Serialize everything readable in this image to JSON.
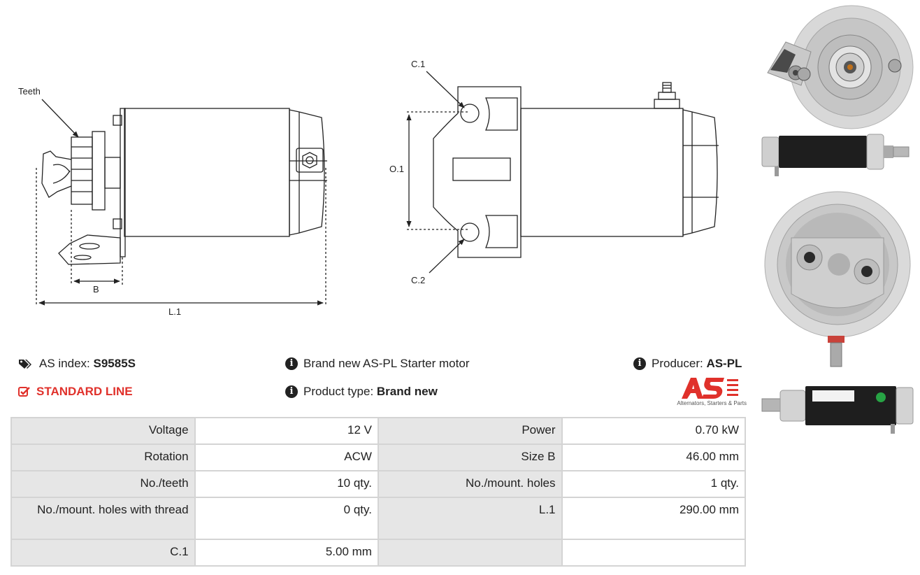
{
  "drawing": {
    "labels": {
      "teeth": "Teeth",
      "b": "B",
      "l1": "L.1",
      "c1": "C.1",
      "c2": "C.2",
      "o1": "O.1"
    }
  },
  "info": {
    "as_index_label": "AS index:",
    "as_index_value": "S9585S",
    "standard_line": "STANDARD LINE",
    "description": "Brand new AS-PL Starter motor",
    "product_type_label": "Product type:",
    "product_type_value": "Brand new",
    "producer_label": "Producer:",
    "producer_value": "AS-PL"
  },
  "logo": {
    "text": "AS",
    "tagline": "Alternators, Starters & Parts",
    "color": "#e0312b"
  },
  "specs": [
    [
      {
        "label": "Voltage",
        "value": "12 V"
      },
      {
        "label": "Power",
        "value": "0.70 kW"
      }
    ],
    [
      {
        "label": "Rotation",
        "value": "ACW"
      },
      {
        "label": "Size B",
        "value": "46.00 mm"
      }
    ],
    [
      {
        "label": "No./teeth",
        "value": "10 qty."
      },
      {
        "label": "No./mount. holes",
        "value": "1 qty."
      }
    ],
    [
      {
        "label": "No./mount. holes with thread",
        "value": "0 qty."
      },
      {
        "label": "L.1",
        "value": "290.00 mm"
      }
    ],
    [
      {
        "label": "C.1",
        "value": "5.00 mm"
      },
      {
        "label": "",
        "value": ""
      }
    ]
  ]
}
